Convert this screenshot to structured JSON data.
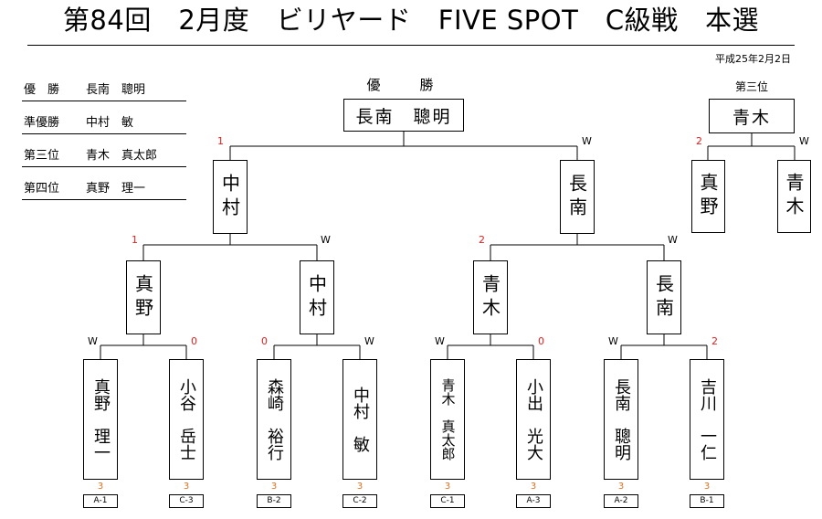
{
  "title": "第84回　2月度　ビリヤード　FIVE SPOT　C級戦　本選",
  "date": "平成25年2月2日",
  "rankings": [
    {
      "label": "優　勝",
      "name": "長南　聰明"
    },
    {
      "label": "準優勝",
      "name": "中村　敏"
    },
    {
      "label": "第三位",
      "name": "青木　真太郎"
    },
    {
      "label": "第四位",
      "name": "真野　理一"
    }
  ],
  "final": {
    "label": "優　勝",
    "winner": "長南　聰明"
  },
  "third_place": {
    "label": "第三位",
    "winner": "青木",
    "left": {
      "name": "真野",
      "score": "2"
    },
    "right": {
      "name": "青木",
      "score": "W"
    }
  },
  "semis": [
    {
      "name": "中村",
      "score": "1"
    },
    {
      "name": "長南",
      "score": "W"
    }
  ],
  "quarters": [
    {
      "name": "真野",
      "score": "1"
    },
    {
      "name": "中村",
      "score": "W"
    },
    {
      "name": "青木",
      "score": "2"
    },
    {
      "name": "長南",
      "score": "W"
    }
  ],
  "players": [
    {
      "name": "真野　理一",
      "score": "W",
      "seed_score": "3",
      "seed": "A-1"
    },
    {
      "name": "小谷　岳士",
      "score": "0",
      "seed_score": "3",
      "seed": "C-3"
    },
    {
      "name": "森崎　裕行",
      "score": "0",
      "seed_score": "3",
      "seed": "B-2"
    },
    {
      "name": "中村　敏",
      "score": "W",
      "seed_score": "3",
      "seed": "C-2"
    },
    {
      "name": "青木　真太郎",
      "score": "W",
      "seed_score": "3",
      "seed": "C-1"
    },
    {
      "name": "小出　光大",
      "score": "0",
      "seed_score": "3",
      "seed": "A-3"
    },
    {
      "name": "長南　聰明",
      "score": "W",
      "seed_score": "3",
      "seed": "A-2"
    },
    {
      "name": "吉川　一仁",
      "score": "2",
      "seed_score": "3",
      "seed": "B-1"
    }
  ]
}
